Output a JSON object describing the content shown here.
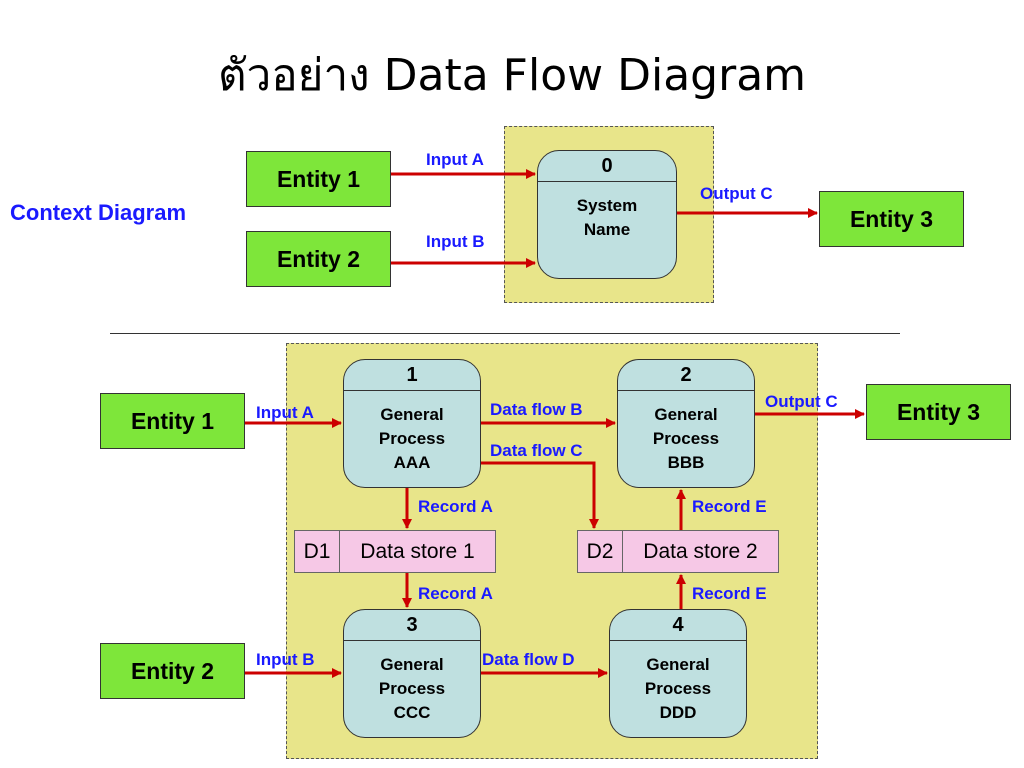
{
  "title": "ตัวอย่าง Data Flow Diagram",
  "context": {
    "label": "Context Diagram",
    "entity1": "Entity 1",
    "entity2": "Entity 2",
    "entity3": "Entity 3",
    "process": {
      "id": "0",
      "name_line1": "System",
      "name_line2": "Name"
    },
    "flows": {
      "input_a": "Input A",
      "input_b": "Input B",
      "output_c": "Output C"
    }
  },
  "level1": {
    "entity1": "Entity 1",
    "entity2": "Entity 2",
    "entity3": "Entity 3",
    "processes": [
      {
        "id": "1",
        "lines": [
          "General",
          "Process",
          "AAA"
        ]
      },
      {
        "id": "2",
        "lines": [
          "General",
          "Process",
          "BBB"
        ]
      },
      {
        "id": "3",
        "lines": [
          "General",
          "Process",
          "CCC"
        ]
      },
      {
        "id": "4",
        "lines": [
          "General",
          "Process",
          "DDD"
        ]
      }
    ],
    "stores": [
      {
        "id": "D1",
        "name": "Data store 1"
      },
      {
        "id": "D2",
        "name": "Data store 2"
      }
    ],
    "flows": {
      "input_a": "Input  A",
      "input_b": "Input  B",
      "data_flow_b": "Data flow  B",
      "data_flow_c": "Data flow  C",
      "data_flow_d": "Data flow  D",
      "output_c": "Output  C",
      "record_a_top": "Record  A",
      "record_a_bottom": "Record  A",
      "record_e_top": "Record  E",
      "record_e_bottom": "Record  E"
    }
  },
  "colors": {
    "entity": "#7ee63a",
    "process": "#bfe0e0",
    "store": "#f6c8e6",
    "background_area": "#e8e58a",
    "flow_label": "#1a1aff",
    "arrow": "#cc0000"
  }
}
